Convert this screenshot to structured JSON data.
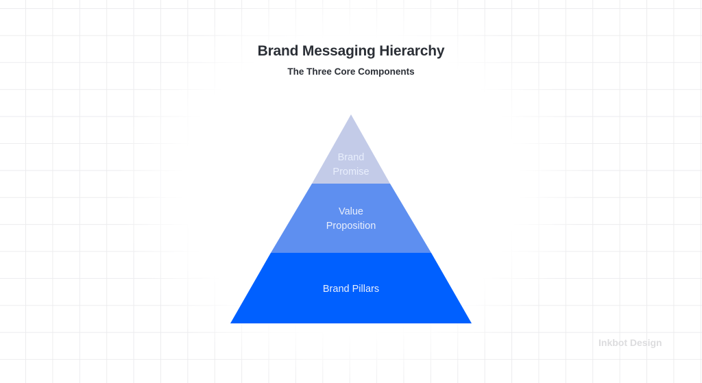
{
  "header": {
    "title": "Brand Messaging Hierarchy",
    "subtitle": "The Three Core Components"
  },
  "pyramid": {
    "tiers": [
      {
        "name": "brand-promise",
        "lines": [
          "Brand",
          "Promise"
        ],
        "color": "#c3cbe8"
      },
      {
        "name": "value-proposition",
        "lines": [
          "Value",
          "Proposition"
        ],
        "color": "#5e8ff0"
      },
      {
        "name": "brand-pillars",
        "lines": [
          "Brand Pillars"
        ],
        "color": "#0060ff"
      }
    ],
    "text_color": "#e8eefc"
  },
  "watermark": {
    "text": "Inkbot Design"
  },
  "colors": {
    "title": "#2b2f36",
    "grid_line": "#ececee",
    "background": "#ffffff"
  }
}
